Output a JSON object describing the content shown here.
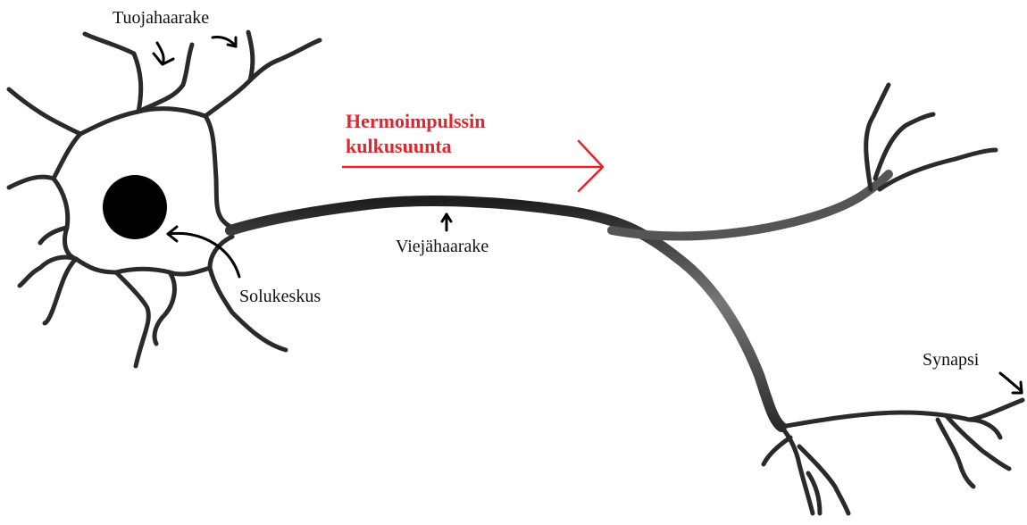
{
  "diagram": {
    "title_line1": "Hermoimpulssin",
    "title_line2": "kulkusuunta",
    "labels": {
      "dendrite": "Tuojahaarake",
      "axon": "Viejähaarake",
      "nucleus": "Solukeskus",
      "synapse": "Synapsi"
    },
    "colors": {
      "title": "#e8222a",
      "arrow": "#e8222a",
      "neurite": "#3a3a3a",
      "nucleus": "#000000",
      "text": "#111111"
    }
  }
}
